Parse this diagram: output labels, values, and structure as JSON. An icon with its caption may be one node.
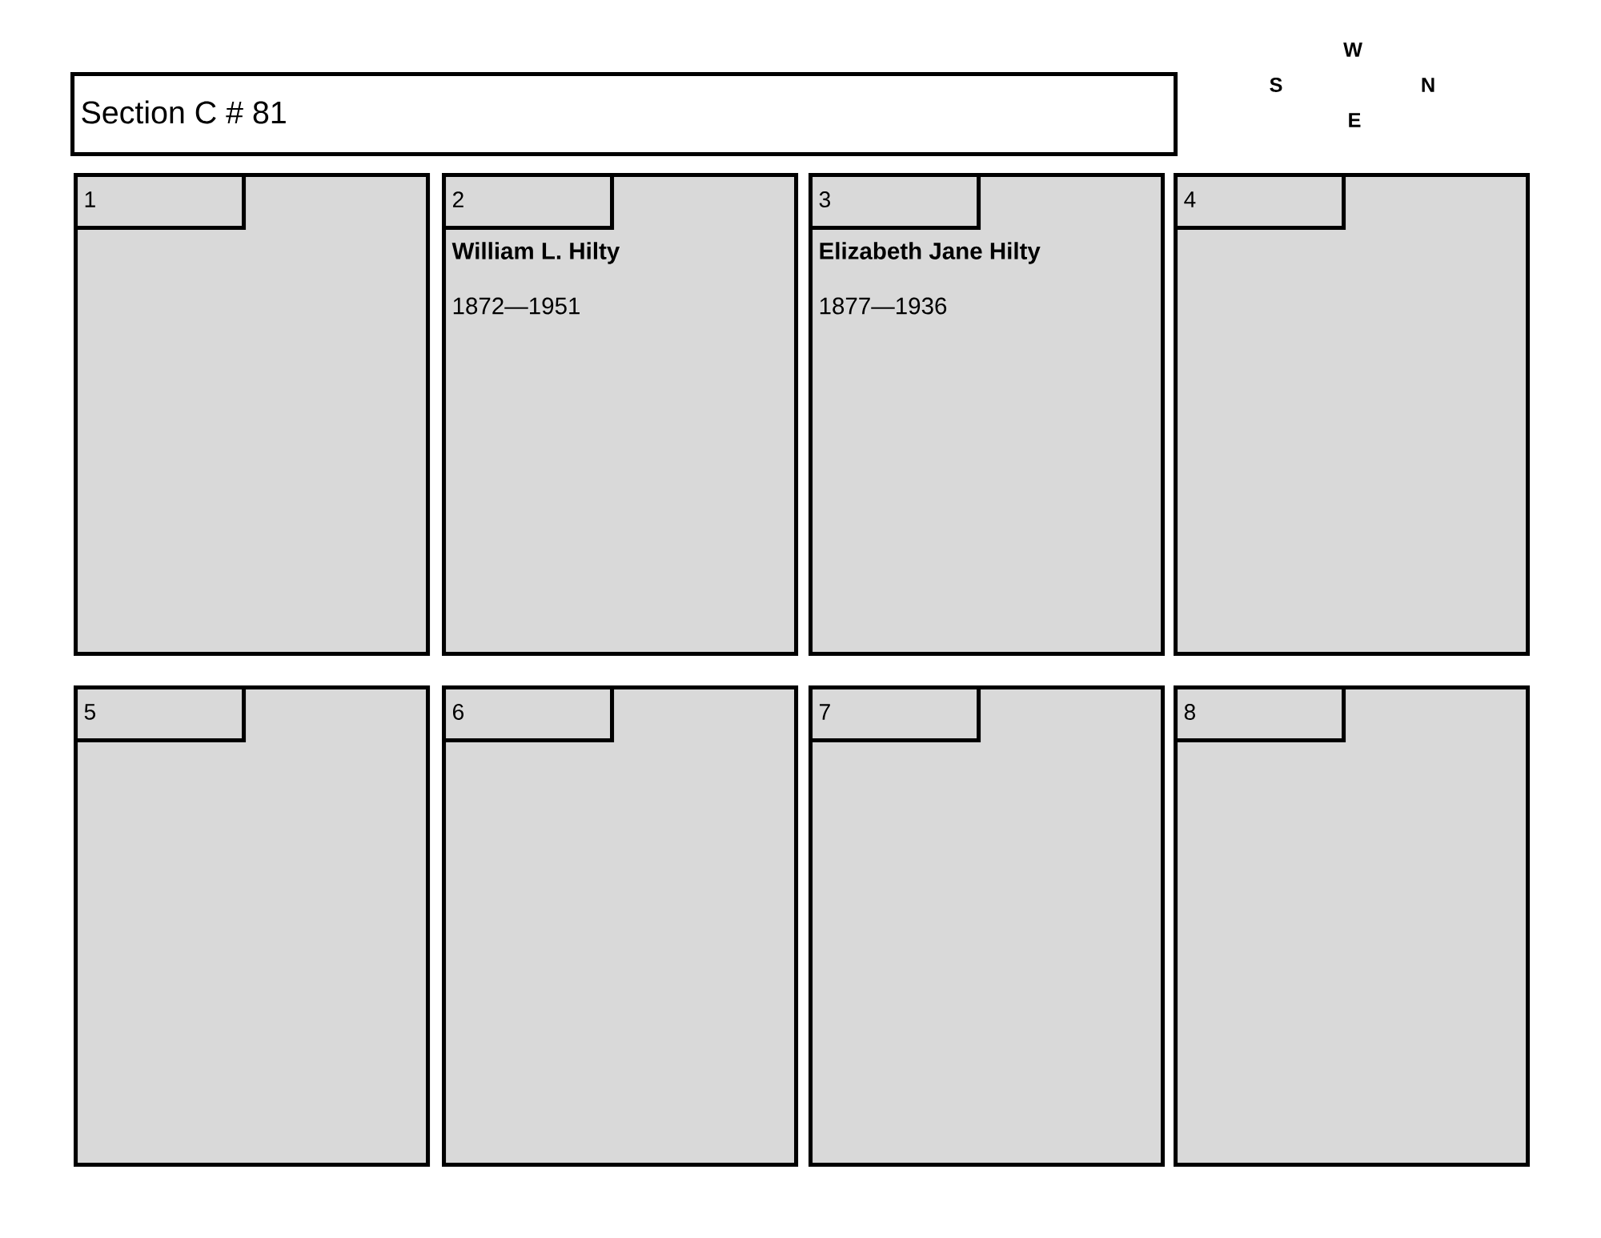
{
  "diagram": {
    "nodes": [
      {
        "text": [
          "Section C # 81"
        ]
      },
      {
        "text": [],
        "shape": "box"
      },
      {
        "text": [
          "1"
        ],
        "in": 1
      },
      {
        "text": [
          "William L. Hilty",
          "1872—1951"
        ]
      },
      {
        "text": [
          "2"
        ],
        "in": 3
      },
      {
        "text": [
          "Elizabeth Jane Hilty",
          "1877—1936"
        ]
      },
      {
        "text": [
          "3"
        ],
        "in": 5
      },
      {
        "text": [],
        "shape": "box"
      },
      {
        "text": [
          "4"
        ],
        "in": 7
      },
      {
        "text": [],
        "shape": "box"
      },
      {
        "text": [
          "5"
        ],
        "in": 9
      },
      {
        "text": [],
        "shape": "box"
      },
      {
        "text": [
          "6"
        ],
        "in": 11
      },
      {
        "text": [],
        "shape": "box"
      },
      {
        "text": [
          "7"
        ],
        "in": 13
      },
      {
        "text": [],
        "shape": "box"
      },
      {
        "text": [
          "8"
        ],
        "in": 15
      }
    ],
    "edges": [],
    "labels": [
      "W",
      "S",
      "N",
      "E"
    ]
  }
}
